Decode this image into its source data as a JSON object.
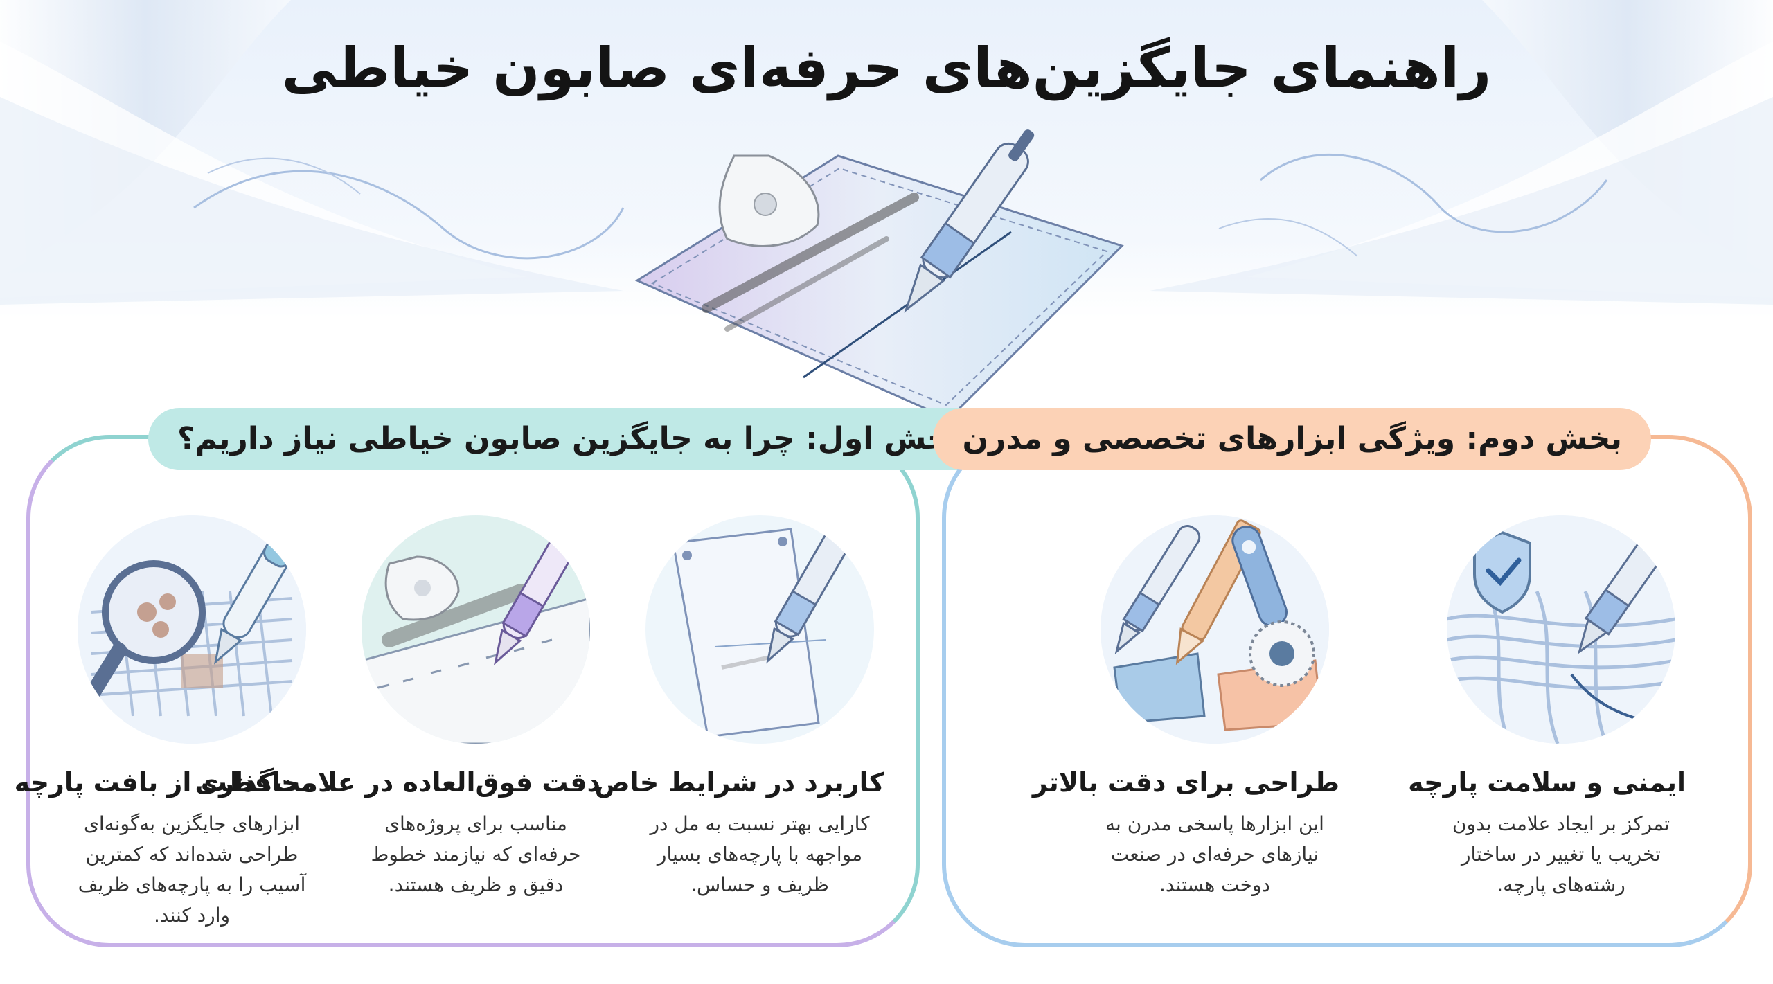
{
  "title": "راهنمای جایگزین‌های حرفه‌ای صابون خیاطی",
  "section_1": {
    "title": "بخش اول: چرا به جایگزین صابون خیاطی نیاز داریم؟",
    "cards": [
      {
        "icon": "fabric-sheet-pen-icon",
        "heading": "کاربرد در شرایط خاص",
        "text": "کارایی بهتر نسبت به مل در مواجهه با پارچه‌های بسیار ظریف و حساس."
      },
      {
        "icon": "chalk-ruler-pen-icon",
        "heading": "دقت فوق‌العاده در علامت‌گذاری",
        "text": "مناسب برای پروژه‌های حرفه‌ای که نیازمند خطوط دقیق و ظریف هستند."
      },
      {
        "icon": "magnifier-weave-icon",
        "heading": "محافظت از بافت پارچه",
        "text": "ابزارهای جایگزین به‌گونه‌ای طراحی شده‌اند که کمترین آسیب را به پارچه‌های ظریف وارد کنند."
      }
    ]
  },
  "section_2": {
    "title": "بخش دوم: ویژگی ابزارهای تخصصی و مدرن",
    "cards": [
      {
        "icon": "shield-fabric-pen-icon",
        "heading": "ایمنی و سلامت پارچه",
        "text": "تمرکز بر ایجاد علامت بدون تخریب یا تغییر در ساختار رشته‌های پارچه."
      },
      {
        "icon": "pen-pencil-wheel-icon",
        "heading": "طراحی برای دقت بالاتر",
        "text": "این ابزارها پاسخی مدرن به نیازهای حرفه‌ای در صنعت دوخت هستند."
      }
    ]
  },
  "colors": {
    "section_1_accent": "#bfe9e6",
    "section_2_accent": "#fcd2b6",
    "panel_1_bottom": "#c7b0e8",
    "panel_2_bottom": "#a7cdee"
  }
}
